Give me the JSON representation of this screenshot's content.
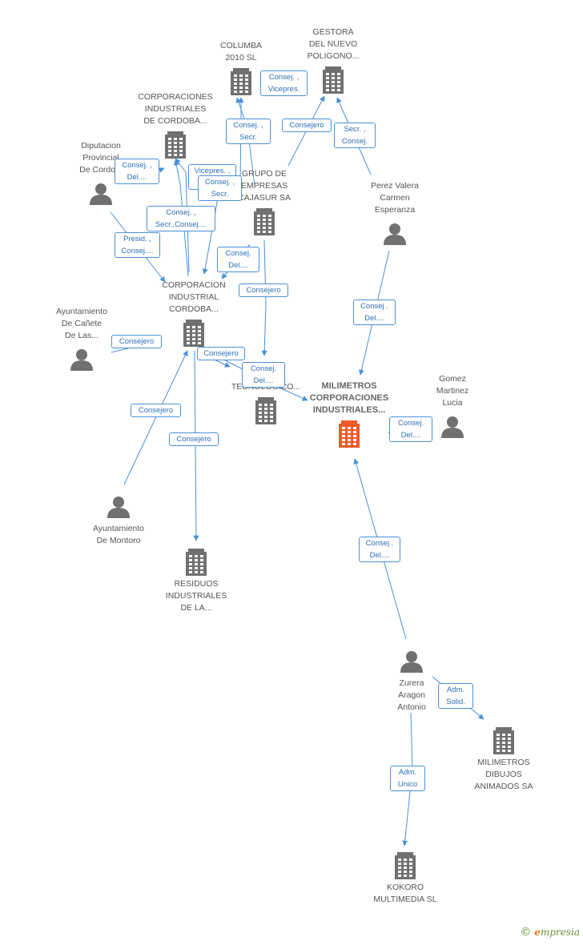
{
  "nodes": [
    {
      "id": "columba",
      "type": "company",
      "label": "COLUMBA\n2010  SL"
    },
    {
      "id": "gestora",
      "type": "company",
      "label": "GESTORA\nDEL NUEVO\nPOLIGONO..."
    },
    {
      "id": "corp_ind_cordoba",
      "type": "company",
      "label": "CORPORACIONES\nINDUSTRIALES\nDE CORDOBA..."
    },
    {
      "id": "diputacion",
      "type": "person",
      "label": "Diputacion\nProvincial\nDe Cordo..."
    },
    {
      "id": "grupo_cajasur",
      "type": "company",
      "label": "GRUPO DE\nEMPRESAS\nCAJASUR SA"
    },
    {
      "id": "perez_valera",
      "type": "person",
      "label": "Perez Valera\nCarmen\nEsperanza"
    },
    {
      "id": "corp_industrial",
      "type": "company",
      "label": "CORPORACION\nINDUSTRIAL\nCORDOBA..."
    },
    {
      "id": "ayto_canete",
      "type": "person",
      "label": "Ayuntamiento\nDe Cañete\nDe Las..."
    },
    {
      "id": "parque",
      "type": "company",
      "label": "PARQUE\nTECNOLOGICO..."
    },
    {
      "id": "milimetros_corp",
      "type": "company-main",
      "label": "MILIMETROS\nCORPORACIONES\nINDUSTRIALES..."
    },
    {
      "id": "gomez",
      "type": "person",
      "label": "Gomez\nMartinez\nLucia"
    },
    {
      "id": "ayto_montoro",
      "type": "person",
      "label": "Ayuntamiento\nDe Montoro"
    },
    {
      "id": "residuos",
      "type": "company",
      "label": "RESIDUOS\nINDUSTRIALES\nDE LA..."
    },
    {
      "id": "zurera",
      "type": "person",
      "label": "Zurera\nAragon\nAntonio"
    },
    {
      "id": "milimetros_dibujos",
      "type": "company",
      "label": "MILIMETROS\nDIBUJOS\nANIMADOS SA"
    },
    {
      "id": "kokoro",
      "type": "company",
      "label": "KOKORO\nMULTIMEDIA SL"
    }
  ],
  "edges": [
    {
      "from": "corp_industrial",
      "to": "columba",
      "label": "Consej. ,\nVicepres."
    },
    {
      "from": "grupo_cajasur",
      "to": "gestora",
      "label": "Consejero"
    },
    {
      "from": "perez_valera",
      "to": "gestora",
      "label": "Secr. ,\nConsej."
    },
    {
      "from": "grupo_cajasur",
      "to": "columba",
      "label": "Consej. ,\nSecr."
    },
    {
      "from": "corp_industrial",
      "to": "corp_ind_cordoba",
      "label": "Vicepres. ,\nConsej."
    },
    {
      "from": "diputacion",
      "to": "corp_ind_cordoba",
      "label": "Consej. ,\nDel...."
    },
    {
      "from": "grupo_cajasur",
      "to": "corp_industrial",
      "label": "Consej. ,\nSecr."
    },
    {
      "from": "corp_ind_cordoba",
      "to": "corp_industrial",
      "label": "Consej. ,\nSecr.,Consej...."
    },
    {
      "from": "diputacion",
      "to": "corp_industrial",
      "label": "Presid. ,\nConsej...."
    },
    {
      "from": "grupo_cajasur",
      "to": "corp_industrial",
      "label": "Consej.\nDel...."
    },
    {
      "from": "grupo_cajasur",
      "to": "parque",
      "label": "Consejero"
    },
    {
      "from": "perez_valera",
      "to": "milimetros_corp",
      "label": "Consej .\nDel...."
    },
    {
      "from": "ayto_canete",
      "to": "corp_industrial",
      "label": "Consejero"
    },
    {
      "from": "corp_industrial",
      "to": "parque",
      "label": "Consejero"
    },
    {
      "from": "corp_industrial",
      "to": "milimetros_corp",
      "label": "Consej.\nDel...."
    },
    {
      "from": "gomez",
      "to": "milimetros_corp",
      "label": "Consej.\nDel...."
    },
    {
      "from": "ayto_montoro",
      "to": "corp_industrial",
      "label": "Consejero"
    },
    {
      "from": "corp_industrial",
      "to": "residuos",
      "label": "Consejero"
    },
    {
      "from": "zurera",
      "to": "milimetros_corp",
      "label": "Consej .\nDel...."
    },
    {
      "from": "zurera",
      "to": "milimetros_dibujos",
      "label": "Adm.\nSolid."
    },
    {
      "from": "zurera",
      "to": "kokoro",
      "label": "Adm.\nUnico"
    }
  ],
  "colors": {
    "edge": "#4a90d9",
    "edge_label_text": "#2f6fb5",
    "icon": "#707070",
    "icon_main": "#f05a28",
    "node_text": "#555555"
  },
  "footer": {
    "copyright": "©",
    "brand_e": "e",
    "brand_rest": "mpresia"
  }
}
